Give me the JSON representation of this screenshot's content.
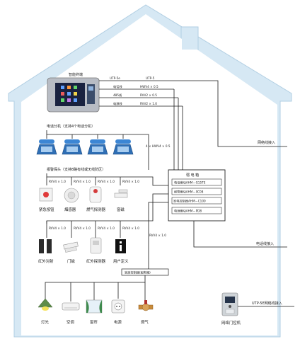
{
  "smart_terminal": {
    "label": "智能终端"
  },
  "cables": {
    "utp_5e_left": "UTP-5e",
    "utp_5_right": "UTP-5",
    "phone_line": "电话线",
    "phone_spec": "HWV4 × 0.5",
    "rs485_line": "485线",
    "rs485_spec": "RVV2 × 0.5",
    "power_line": "电源线",
    "power_spec": "RVV2 × 1.0",
    "ext_spec": "4 × HWV4 × 0.5"
  },
  "extensions": {
    "title": "电话分机（支持4个电话分机）"
  },
  "sensors": {
    "title": "报警探头（支持8路有线或无线防区）",
    "row1_spec": "RVV4 × 1.0",
    "row2_spec": "RVV4 × 1.0",
    "row1": [
      "紧急按钮",
      "烟感器",
      "燃气探测器",
      "窗磁"
    ],
    "row2": [
      "红外对射",
      "门磁",
      "红外探测器",
      "用户定义"
    ]
  },
  "weak_box": {
    "title": "弱 电 箱",
    "modules": [
      "电话模块AHM－G15TE",
      "报警模块AHM－XC08",
      "家电控制器AHM－C100",
      "电源模块AHM－PD8"
    ]
  },
  "right_labels": {
    "network_in": "网络线接入",
    "phone_in": "电话线接入",
    "utp_5e_in": "UTP-5E网络线接入"
  },
  "controller": {
    "label": "家居控制器(配电箱)",
    "spec": "RVV4 × 1.0"
  },
  "appliances": [
    "灯光",
    "空调",
    "窗帘",
    "电源",
    "燃气"
  ],
  "door_unit": {
    "label": "网络门控机"
  }
}
